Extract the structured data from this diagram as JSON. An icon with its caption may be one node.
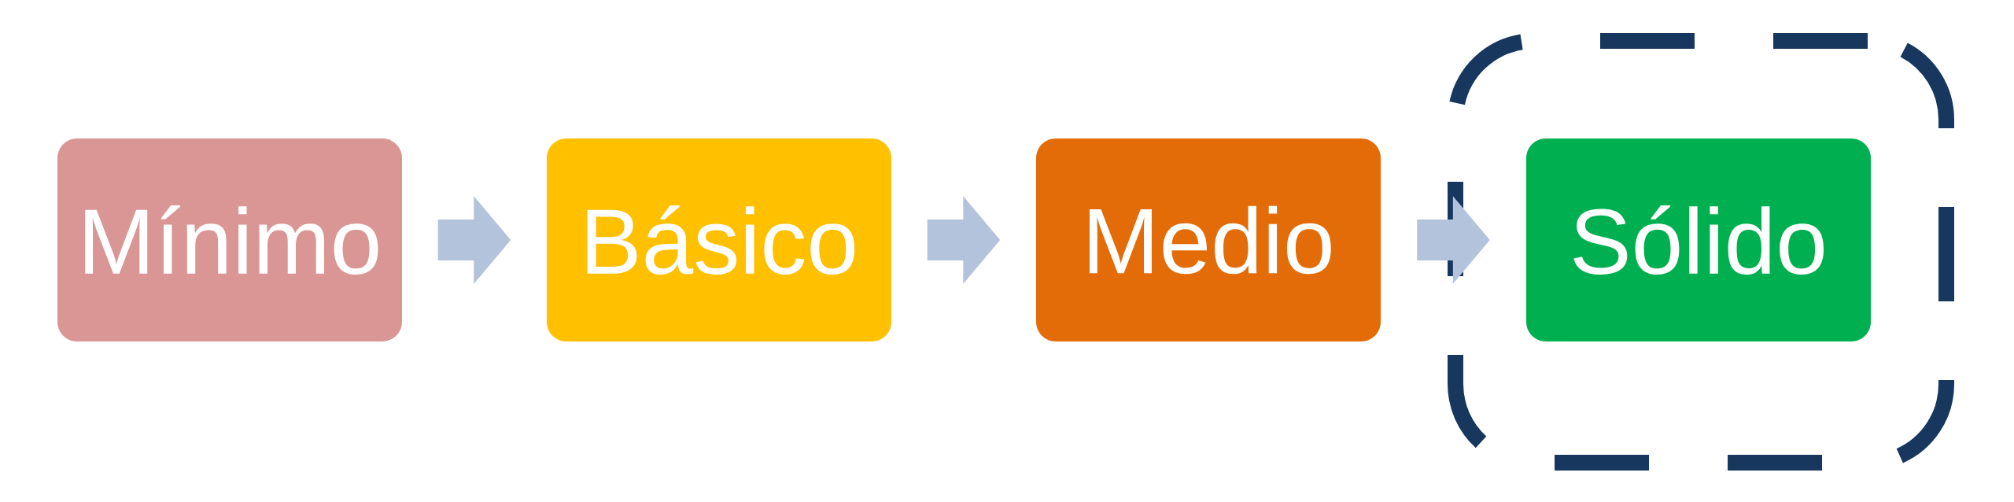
{
  "diagram": {
    "nodes": [
      {
        "text": [
          "Mínimo"
        ]
      },
      {
        "text": [
          "Básico"
        ]
      },
      {
        "text": [
          "Medio"
        ]
      },
      {
        "text": [],
        "shape": "box"
      },
      {
        "text": [
          "Sólido"
        ],
        "in": 3
      }
    ],
    "edges": [
      {
        "from": 0,
        "to": 1,
        "arrow": "to"
      },
      {
        "from": 1,
        "to": 2,
        "arrow": "to"
      },
      {
        "from": 2,
        "to": 4,
        "arrow": "to"
      }
    ]
  }
}
